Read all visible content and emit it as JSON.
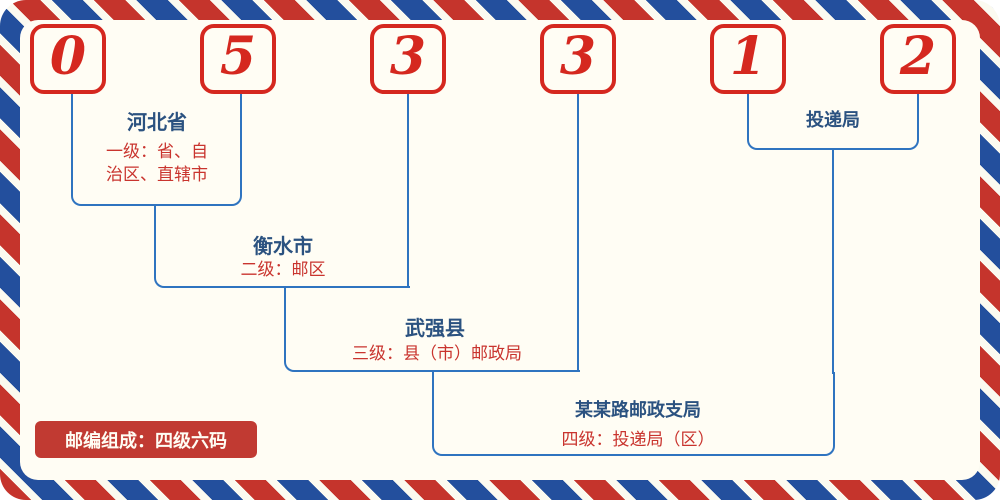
{
  "postal": {
    "digits": [
      "0",
      "5",
      "3",
      "3",
      "1",
      "2"
    ]
  },
  "levels": {
    "level1": {
      "name": "河北省",
      "desc_line1": "一级：省、自",
      "desc_line2": "治区、直辖市"
    },
    "level2": {
      "name": "衡水市",
      "desc": "二级：邮区"
    },
    "level3": {
      "name": "武强县",
      "desc": "三级：县（市）邮政局"
    },
    "level4": {
      "name": "某某路邮政支局",
      "desc": "四级：投递局（区）"
    },
    "delivery": {
      "name": "投递局"
    }
  },
  "badge": {
    "text": "邮编组成：四级六码"
  },
  "colors": {
    "digit_red": "#d5281f",
    "line_blue": "#2f74c0",
    "label_navy": "#2b5280",
    "desc_red": "#c9342e",
    "stripe_red": "#c5342c",
    "stripe_blue": "#234f9d",
    "badge_red": "#c13a32",
    "background_cream": "#fffdf4"
  }
}
